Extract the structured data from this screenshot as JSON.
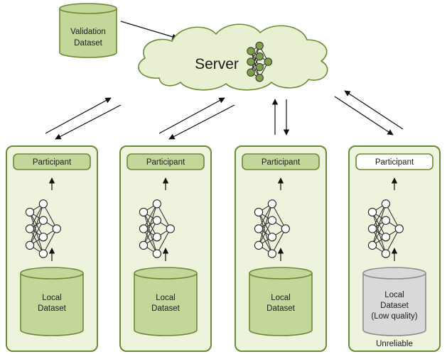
{
  "server": {
    "label": "Server"
  },
  "validation": {
    "line1": "Validation",
    "line2": "Dataset"
  },
  "colors": {
    "green_fill": "#c4d79b",
    "green_fill_light": "#eef3dd",
    "green_stroke": "#6b8a34",
    "node_green": "#7fa04a",
    "gray_fill": "#d9d9d9",
    "gray_stroke": "#8c8c8c",
    "cloud_fill": "#e9f0d2"
  },
  "panels": [
    {
      "participant": "Participant",
      "dataset_line1": "Local",
      "dataset_line2": "Dataset",
      "dataset_line3": "",
      "footer": "",
      "reliable": true,
      "pill_style": "green",
      "exchange": "diagonal-left"
    },
    {
      "participant": "Participant",
      "dataset_line1": "Local",
      "dataset_line2": "Dataset",
      "dataset_line3": "",
      "footer": "",
      "reliable": true,
      "pill_style": "green",
      "exchange": "diagonal-left"
    },
    {
      "participant": "Participant",
      "dataset_line1": "Local",
      "dataset_line2": "Dataset",
      "dataset_line3": "",
      "footer": "",
      "reliable": true,
      "pill_style": "green",
      "exchange": "vertical"
    },
    {
      "participant": "Participant",
      "dataset_line1": "Local",
      "dataset_line2": "Dataset",
      "dataset_line3": "(Low quality)",
      "footer": "Unreliable",
      "reliable": false,
      "pill_style": "white",
      "exchange": "diagonal-right"
    }
  ]
}
